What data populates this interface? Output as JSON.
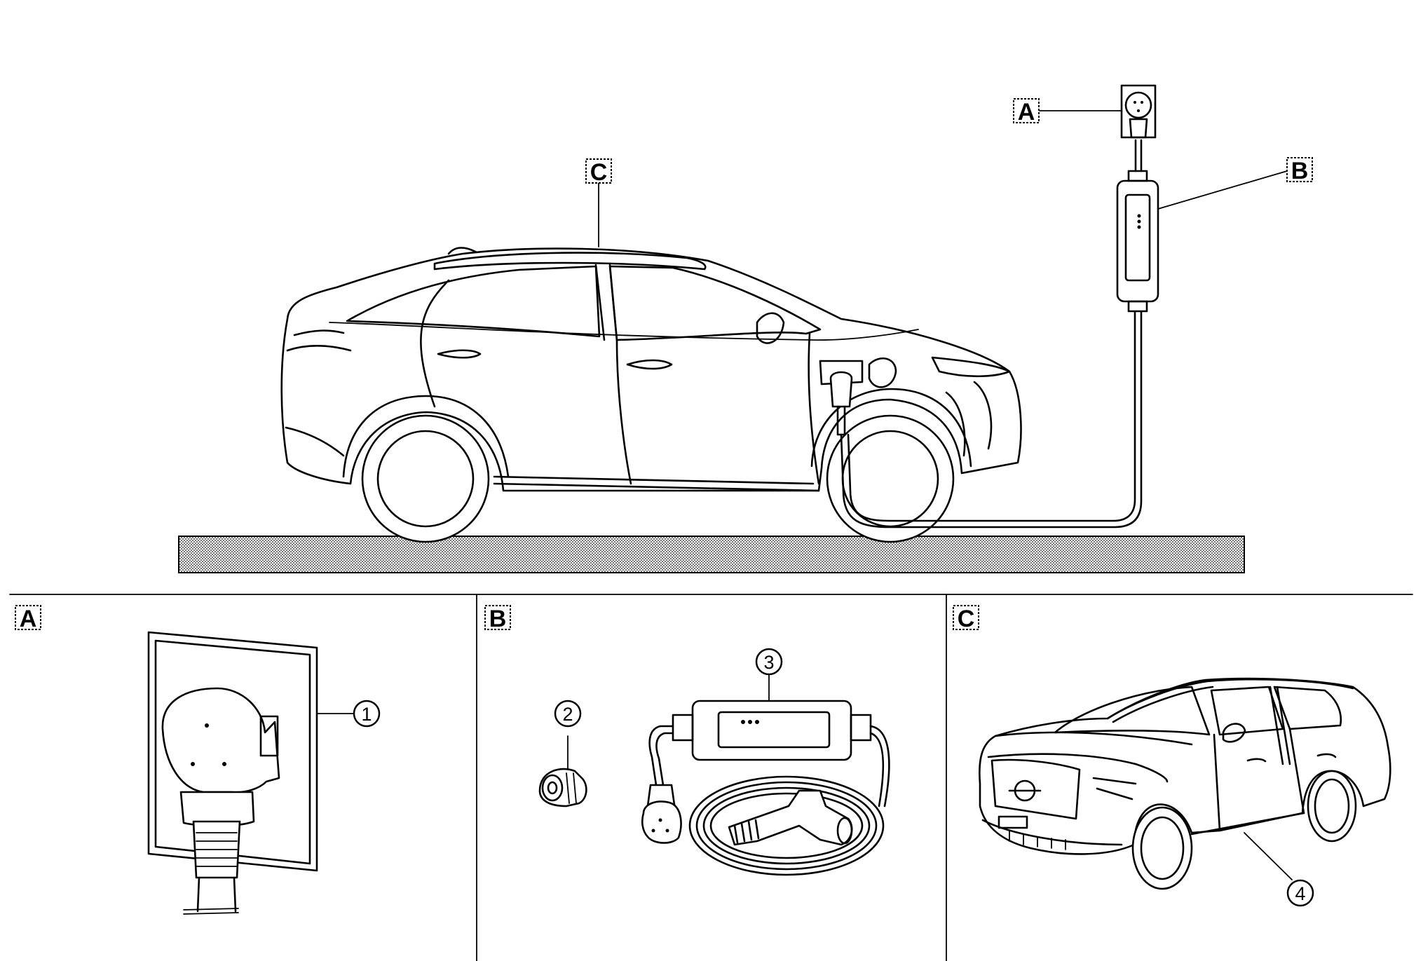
{
  "labels": {
    "main_a": "A",
    "main_b": "B",
    "main_c": "C",
    "panel_a": "A",
    "panel_b": "B",
    "panel_c": "C"
  },
  "callouts": {
    "n1": "1",
    "n2": "2",
    "n3": "3",
    "n4": "4"
  }
}
